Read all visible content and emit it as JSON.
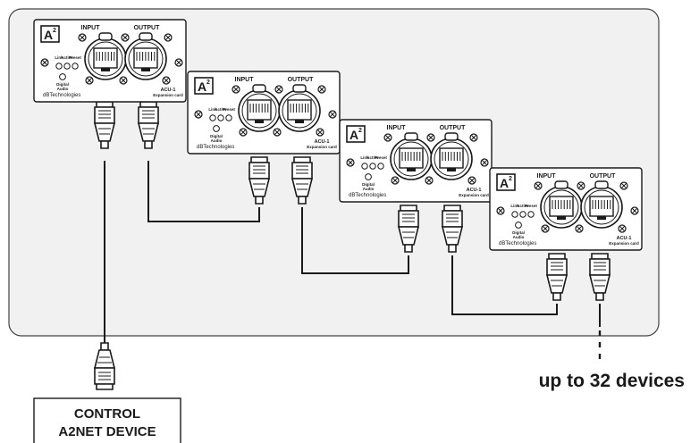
{
  "cards": [
    {
      "logo": "A2",
      "input_label": "INPUT",
      "output_label": "OUTPUT",
      "leds": [
        "Link",
        "Active",
        "Preset"
      ],
      "digital_audio": "Digital\nAudio",
      "brand": "dBTechnologies",
      "model": "ACU-1",
      "model_sub": "Expansion card"
    },
    {
      "logo": "A2",
      "input_label": "INPUT",
      "output_label": "OUTPUT",
      "leds": [
        "Link",
        "Active",
        "Preset"
      ],
      "digital_audio": "Digital\nAudio",
      "brand": "dBTechnologies",
      "model": "ACU-1",
      "model_sub": "Expansion card"
    },
    {
      "logo": "A2",
      "input_label": "INPUT",
      "output_label": "OUTPUT",
      "leds": [
        "Link",
        "Active",
        "Preset"
      ],
      "digital_audio": "Digital\nAudio",
      "brand": "dBTechnologies",
      "model": "ACU-1",
      "model_sub": "Expansion card"
    },
    {
      "logo": "A2",
      "input_label": "INPUT",
      "output_label": "OUTPUT",
      "leds": [
        "Link",
        "Active",
        "Preset"
      ],
      "digital_audio": "Digital\nAudio",
      "brand": "dBTechnologies",
      "model": "ACU-1",
      "model_sub": "Expansion card"
    }
  ],
  "control_device": {
    "line1": "CONTROL",
    "line2": "A2NET DEVICE"
  },
  "chain_note": "up to 32 devices",
  "colors": {
    "panel_bg": "#f1f1f1",
    "panel_border": "#444444",
    "ink": "#1a1a1a"
  }
}
